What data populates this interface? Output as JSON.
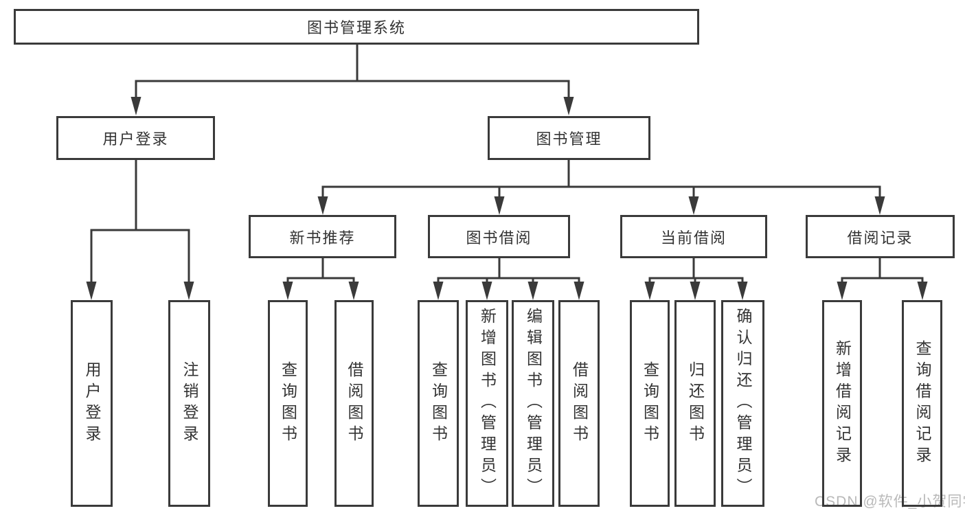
{
  "diagram_title": "图书管理系统",
  "tree": {
    "label": "图书管理系统",
    "children": [
      {
        "label": "用户登录",
        "children": [
          {
            "label": "用户登录"
          },
          {
            "label": "注销登录"
          }
        ]
      },
      {
        "label": "图书管理",
        "children": [
          {
            "label": "新书推荐",
            "children": [
              {
                "label": "查询图书"
              },
              {
                "label": "借阅图书"
              }
            ]
          },
          {
            "label": "图书借阅",
            "children": [
              {
                "label": "查询图书"
              },
              {
                "label": "新增图书（管理员）"
              },
              {
                "label": "编辑图书（管理员）"
              },
              {
                "label": "借阅图书"
              }
            ]
          },
          {
            "label": "当前借阅",
            "children": [
              {
                "label": "查询图书"
              },
              {
                "label": "归还图书"
              },
              {
                "label": "确认归还（管理员）"
              }
            ]
          },
          {
            "label": "借阅记录",
            "children": [
              {
                "label": "新增借阅记录"
              },
              {
                "label": "查询借阅记录"
              }
            ]
          }
        ]
      }
    ]
  },
  "watermark": {
    "text": "CSDN @软件_小贺同学"
  },
  "colors": {
    "line": "#3a3a3a",
    "box_border": "#3a3a3a",
    "box_fill": "#ffffff",
    "text": "#333333",
    "watermark": "#b9b9b9",
    "background": "#ffffff"
  }
}
